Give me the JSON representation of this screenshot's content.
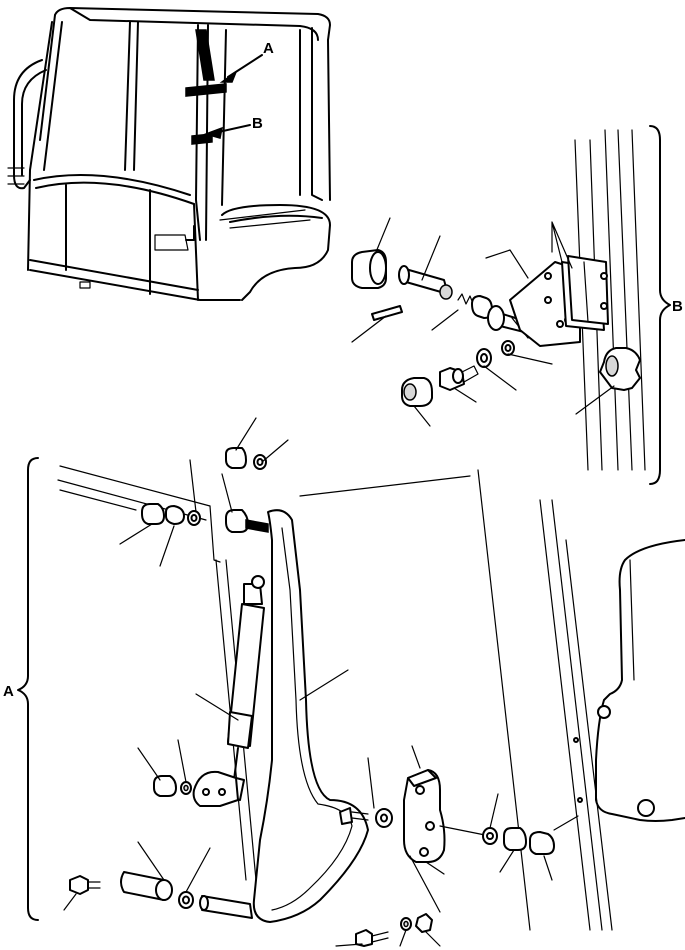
{
  "labels": {
    "callout_a": "A",
    "callout_b": "B",
    "bracket_a": "A",
    "bracket_b": "B"
  }
}
